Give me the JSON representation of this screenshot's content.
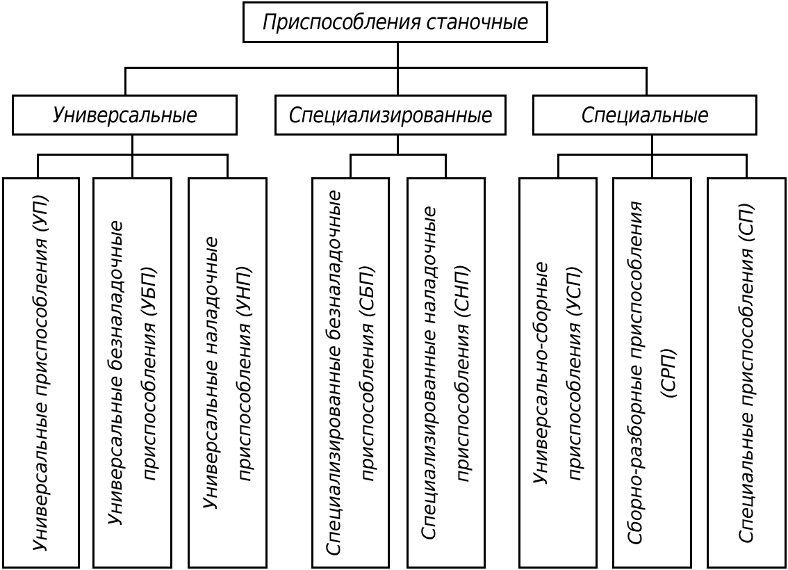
{
  "root": {
    "label": "Приспособления станочные"
  },
  "categories": [
    {
      "label": "Универсальные",
      "items": [
        {
          "label": "Универсальные приспособления (УП)"
        },
        {
          "label": "Универсальные безналадочные приспособления (УБП)"
        },
        {
          "label": "Универсальные наладочные приспособления (УНП)"
        }
      ]
    },
    {
      "label": "Специализированные",
      "items": [
        {
          "label": "Специализированные безналадочные приспособления (СБП)"
        },
        {
          "label": "Специализированные наладочные приспособления (СНП)"
        }
      ]
    },
    {
      "label": "Специальные",
      "items": [
        {
          "label": "Универсально-сборные приспособления (УСП)"
        },
        {
          "label": "Сборно-разборные приспособления (СРП)"
        },
        {
          "label": "Специальные приспособления (СП)"
        }
      ]
    }
  ]
}
